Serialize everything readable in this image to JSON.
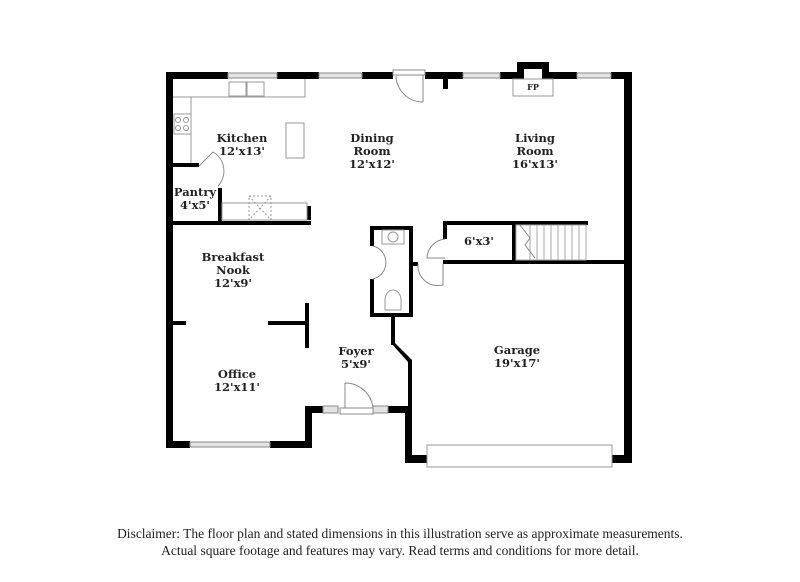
{
  "floor_plan": {
    "rooms": [
      {
        "id": "kitchen",
        "name": "Kitchen",
        "dimensions": "12'x13'"
      },
      {
        "id": "dining",
        "name": "Dining Room",
        "name_lines": [
          "Dining",
          "Room"
        ],
        "dimensions": "12'x12'"
      },
      {
        "id": "living",
        "name": "Living Room",
        "name_lines": [
          "Living",
          "Room"
        ],
        "dimensions": "16'x13'"
      },
      {
        "id": "pantry",
        "name": "Pantry",
        "dimensions": "4'x5'"
      },
      {
        "id": "breakfast",
        "name": "Breakfast Nook",
        "name_lines": [
          "Breakfast",
          "Nook"
        ],
        "dimensions": "12'x9'"
      },
      {
        "id": "closet",
        "name": "",
        "dimensions": "6'x3'"
      },
      {
        "id": "office",
        "name": "Office",
        "dimensions": "12'x11'"
      },
      {
        "id": "foyer",
        "name": "Foyer",
        "dimensions": "5'x9'"
      },
      {
        "id": "garage",
        "name": "Garage",
        "dimensions": "19'x17'"
      }
    ],
    "fixtures": {
      "fireplace_label": "FP"
    },
    "colors": {
      "wall": "#000000",
      "fixture_line": "#999999",
      "window_fill": "#d9d9d9",
      "text": "#222222",
      "background": "#ffffff"
    }
  },
  "disclaimer": {
    "line1": "Disclaimer: The floor plan and stated dimensions in this illustration serve as approximate measurements.",
    "line2": "Actual square footage and features may vary. Read terms and conditions for more detail."
  }
}
